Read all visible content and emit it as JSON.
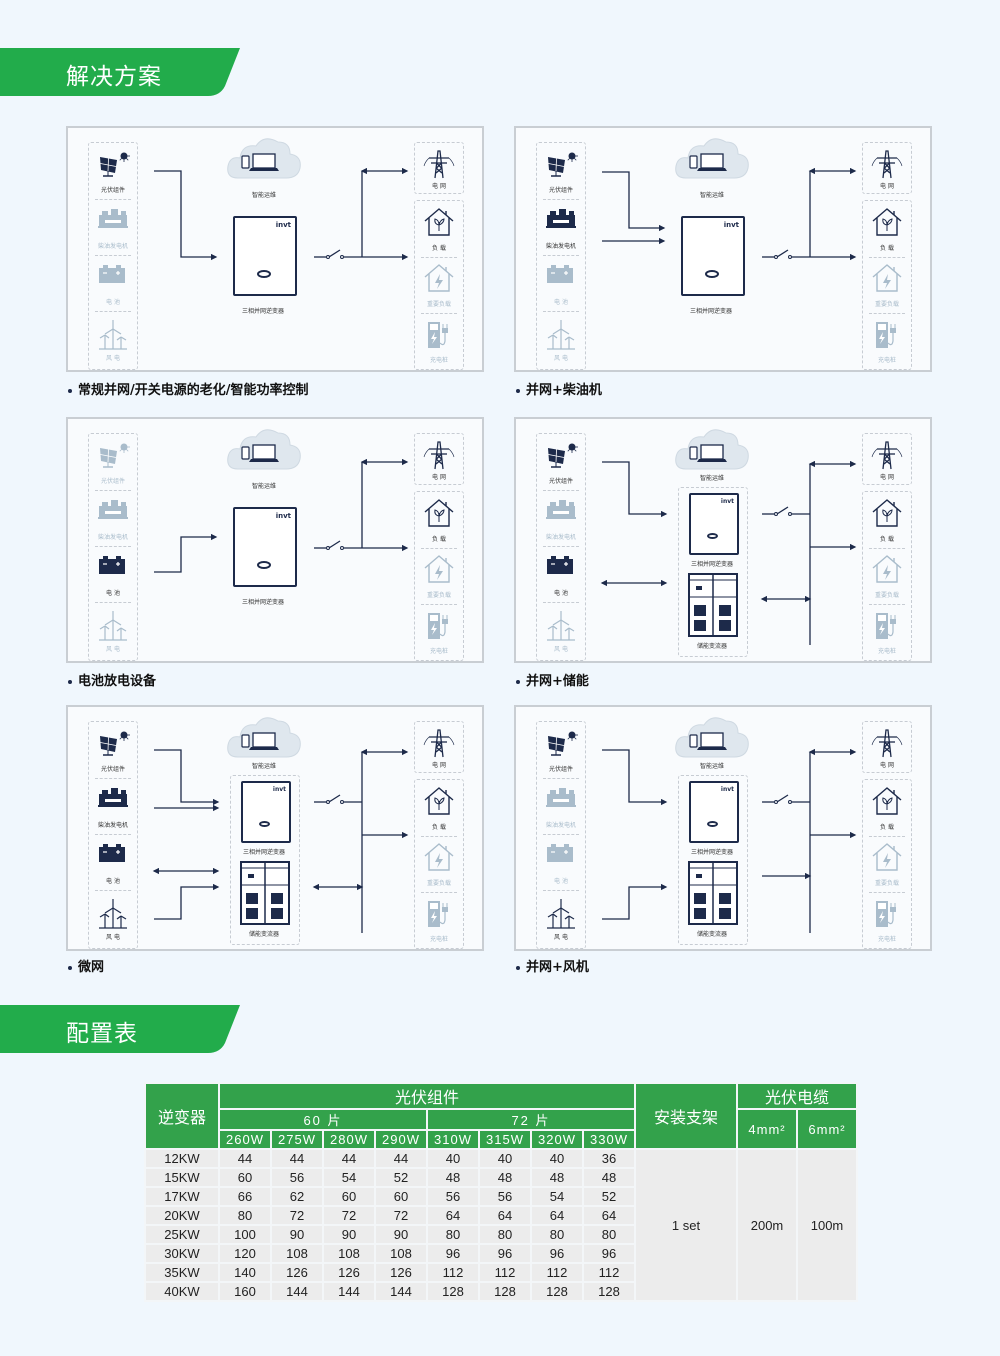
{
  "sections": {
    "solutions_title": "解决方案",
    "config_title": "配置表"
  },
  "colors": {
    "brand_green": "#22ac4b",
    "table_green": "#33a24b",
    "navy": "#1d2a4a",
    "dim_blue": "#a9bccb",
    "background": "#f0f7fd"
  },
  "labels": {
    "pv": "光伏组件",
    "diesel": "柴油发电机",
    "battery": "电 池",
    "wind": "风 电",
    "grid": "电 网",
    "load": "负 载",
    "critical_load": "重要负载",
    "charger": "充电桩",
    "cloud": "智能运维",
    "inverter": "三相并网逆变器",
    "pcs": "储能变流器",
    "brand": "invt"
  },
  "panels": [
    {
      "caption": "常规并网/开关电源的老化/智能功率控制",
      "active": [
        "pv"
      ],
      "storage": false
    },
    {
      "caption": "并网+柴油机",
      "active": [
        "pv",
        "diesel"
      ],
      "storage": false
    },
    {
      "caption": "电池放电设备",
      "active": [
        "battery"
      ],
      "storage": false
    },
    {
      "caption": "并网+储能",
      "active": [
        "pv",
        "battery"
      ],
      "storage": true
    },
    {
      "caption": "微网",
      "active": [
        "pv",
        "diesel",
        "battery",
        "wind"
      ],
      "storage": true
    },
    {
      "caption": "并网+风机",
      "active": [
        "pv",
        "wind"
      ],
      "storage": true
    }
  ],
  "table": {
    "inverter_header": "逆变器",
    "pv_header": "光伏组件",
    "group_60": "60 片",
    "group_72": "72 片",
    "watts": [
      "260W",
      "275W",
      "280W",
      "290W",
      "310W",
      "315W",
      "320W",
      "330W"
    ],
    "mount_header": "安装支架",
    "cable_header": "光伏电缆",
    "cable_4": "4mm²",
    "cable_6": "6mm²",
    "rows": [
      {
        "model": "12KW",
        "values": [
          44,
          44,
          44,
          44,
          40,
          40,
          40,
          36
        ]
      },
      {
        "model": "15KW",
        "values": [
          60,
          56,
          54,
          52,
          48,
          48,
          48,
          48
        ]
      },
      {
        "model": "17KW",
        "values": [
          66,
          62,
          60,
          60,
          56,
          56,
          54,
          52
        ]
      },
      {
        "model": "20KW",
        "values": [
          80,
          72,
          72,
          72,
          64,
          64,
          64,
          64
        ]
      },
      {
        "model": "25KW",
        "values": [
          100,
          90,
          90,
          90,
          80,
          80,
          80,
          80
        ]
      },
      {
        "model": "30KW",
        "values": [
          120,
          108,
          108,
          108,
          96,
          96,
          96,
          96
        ]
      },
      {
        "model": "35KW",
        "values": [
          140,
          126,
          126,
          126,
          112,
          112,
          112,
          112
        ]
      },
      {
        "model": "40KW",
        "values": [
          160,
          144,
          144,
          144,
          128,
          128,
          128,
          128
        ]
      }
    ],
    "mount_value": "1 set",
    "cable_4_value": "200m",
    "cable_6_value": "100m"
  }
}
